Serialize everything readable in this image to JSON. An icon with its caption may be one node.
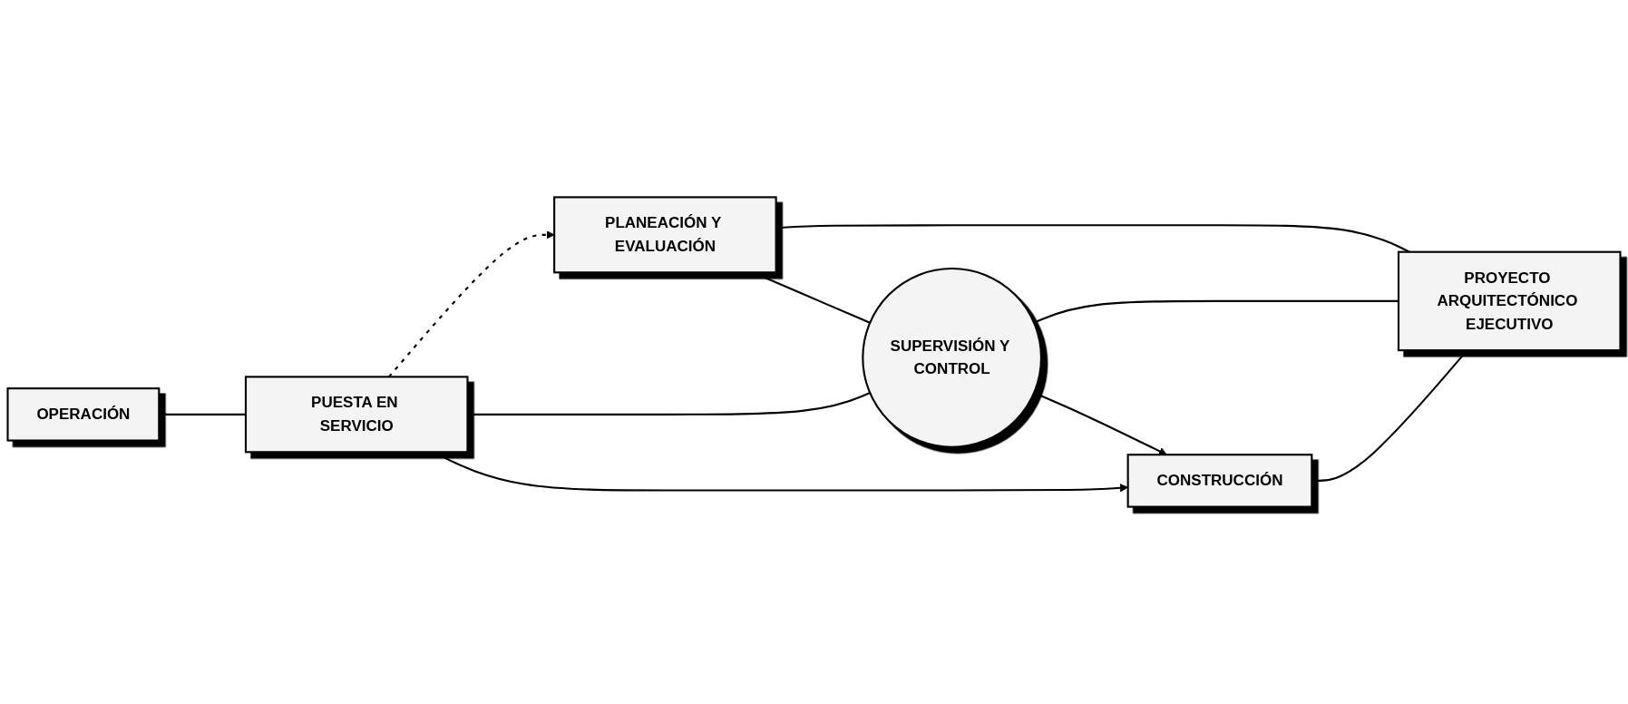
{
  "diagram": {
    "nodes": [
      {
        "text": [
          "PLANEACIÓN Y EVALUACIÓN"
        ]
      },
      {
        "text": [
          "OPERACIÓN"
        ]
      },
      {
        "text": [
          "PUESTA EN SERVICIO"
        ]
      },
      {
        "text": [
          "SUPERVISIÓN Y CONTROL"
        ]
      },
      {
        "text": [
          "PROYECTO ARQUITECTÓNICO EJECUTIVO"
        ]
      },
      {
        "text": [
          "CONSTRUCCIÓN"
        ]
      }
    ],
    "edges": [
      {
        "from": 2,
        "to": 0,
        "arrow": "to",
        "style": "dashed"
      },
      {
        "from": 0,
        "to": 3,
        "arrow": "none"
      },
      {
        "from": 0,
        "to": 4,
        "arrow": "none"
      },
      {
        "from": 1,
        "to": 2,
        "arrow": "none"
      },
      {
        "from": 2,
        "to": 3,
        "arrow": "none"
      },
      {
        "from": 3,
        "to": 4,
        "arrow": "none"
      },
      {
        "from": 3,
        "to": 5,
        "arrow": "to"
      },
      {
        "from": 2,
        "to": 5,
        "arrow": "to"
      },
      {
        "from": 5,
        "to": 4,
        "arrow": "none"
      }
    ]
  }
}
